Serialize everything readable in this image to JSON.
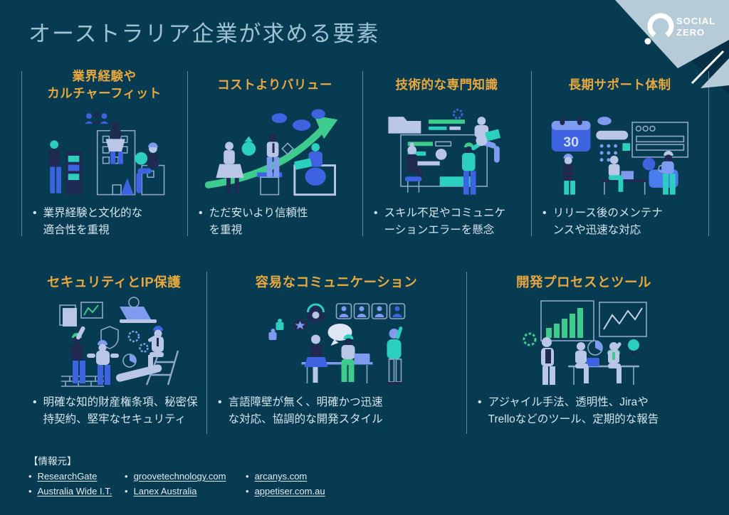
{
  "title": "オーストラリア企業が求める要素",
  "logo": {
    "line1": "SOCIAL",
    "line2": "ZERO"
  },
  "colors": {
    "background": "#073B52",
    "title_text": "#9FC2D2",
    "heading_accent": "#E9A83E",
    "body_text": "#D5E6EE",
    "corner_light": "#B5CBD7",
    "corner_dark": "#072F45",
    "illustration_green": "#3DCB8E",
    "illustration_teal": "#2BCFBD",
    "illustration_blue": "#3E63E0"
  },
  "row1": [
    {
      "heading": "業界経験や\nカルチャーフィット",
      "bullet": "業界経験と文化的な\n適合性を重視",
      "illustration": "people-with-buildings"
    },
    {
      "heading": "コストよりバリュー",
      "bullet": "ただ安いより信頼性\nを重視",
      "illustration": "growth-arrow-and-money"
    },
    {
      "heading": "技術的な専門知識",
      "bullet": "スキル不足やコミュニケ\nーションエラーを懸念",
      "illustration": "developers-code-window"
    },
    {
      "heading": "長期サポート体制",
      "bullet": "リリース後のメンテナ\nンスや迅速な対応",
      "illustration": "support-calendar-desk",
      "calendar_day": "30"
    }
  ],
  "row2": [
    {
      "heading": "セキュリティとIP保護",
      "bullet": "明確な知的財産権条項、秘密保\n持契約、堅牢なセキュリティ",
      "illustration": "security-shield-team"
    },
    {
      "heading": "容易なコミュニケーション",
      "bullet": "言語障壁が無く、明確かつ迅速\nな対応、協調的な開発スタイル",
      "illustration": "communication-video-call"
    },
    {
      "heading": "開発プロセスとツール",
      "bullet": "アジャイル手法、透明性、Jiraや\nTrelloなどのツール、定期的な報告",
      "illustration": "process-charts-meeting"
    }
  ],
  "footer": {
    "label": "【情報元】",
    "source_columns": [
      [
        "ResearchGate",
        "Australia Wide I.T."
      ],
      [
        "groovetechnology.com",
        "Lanex Australia"
      ],
      [
        "arcanys.com",
        "appetiser.com.au"
      ]
    ]
  }
}
